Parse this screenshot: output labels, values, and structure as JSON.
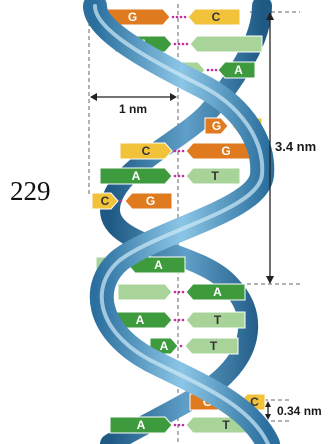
{
  "page_number": "229",
  "labels": {
    "width": "1 nm",
    "pitch": "3.4 nm",
    "rise": "0.34 nm"
  },
  "colors": {
    "backbone_dark": "#2a6f9e",
    "backbone_light": "#8cc6e6",
    "guanine": "#e07a1f",
    "cytosine": "#f2c23a",
    "adenine": "#3d9a3d",
    "thymine": "#a8d49a",
    "hbond": "#c0309a"
  },
  "base_pairs": [
    {
      "left": "G",
      "right": "C"
    },
    {
      "left": "A",
      "right": ""
    },
    {
      "left": "",
      "right": "A"
    },
    {
      "left": "G",
      "right": "C"
    },
    {
      "left": "C",
      "right": "G"
    },
    {
      "left": "A",
      "right": "T"
    },
    {
      "left": "C",
      "right": "G"
    },
    {
      "left": "T",
      "right": "A"
    },
    {
      "left": "",
      "right": "A"
    },
    {
      "left": "A",
      "right": "T"
    },
    {
      "left": "A",
      "right": "T"
    },
    {
      "left": "G",
      "right": "C"
    },
    {
      "left": "A",
      "right": "T"
    }
  ]
}
